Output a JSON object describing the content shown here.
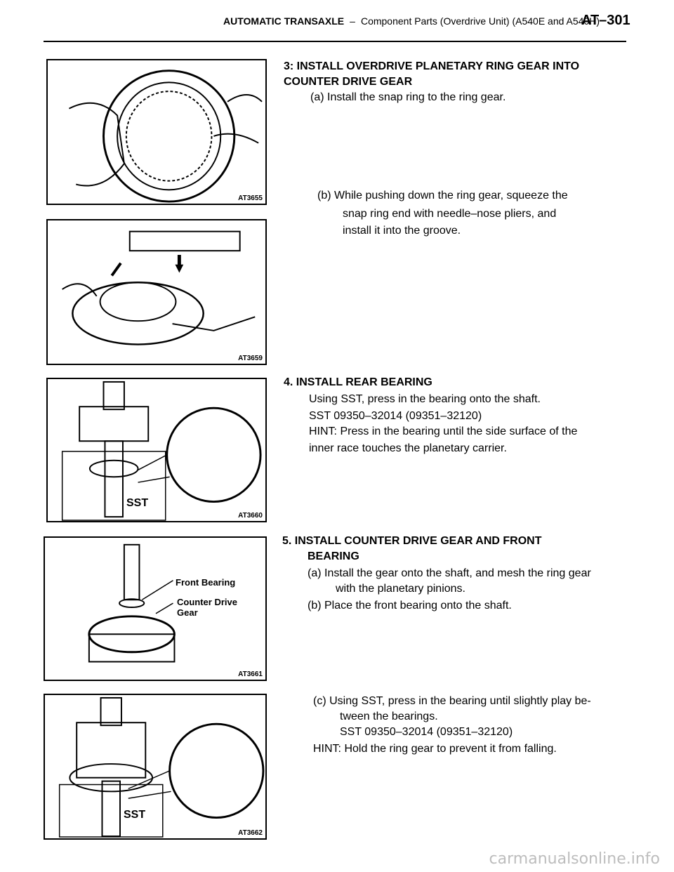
{
  "header": {
    "section": "AUTOMATIC TRANSAXLE",
    "separator": "–",
    "subtitle": "Component Parts (Overdrive Unit) (A540E and A540H)",
    "page": "AT–301"
  },
  "figures": [
    {
      "code": "AT3655"
    },
    {
      "code": "AT3659"
    },
    {
      "code": "AT3660",
      "labels": [
        "SST"
      ]
    },
    {
      "code": "AT3661",
      "labels": [
        "Front Bearing",
        "Counter Drive",
        "Gear"
      ]
    },
    {
      "code": "AT3662",
      "labels": [
        "SST"
      ]
    }
  ],
  "steps": {
    "s3": {
      "title_line1": "3: INSTALL OVERDRIVE PLANETARY RING GEAR INTO",
      "title_line2": "COUNTER DRIVE GEAR",
      "a": "(a) Install the snap ring to the ring gear.",
      "b_line1": "(b) While pushing down the ring gear, squeeze the",
      "b_line2": "snap  ring  end  with  needle–nose  pliers,  and",
      "b_line3": "install it into the groove."
    },
    "s4": {
      "title": "4. INSTALL REAR BEARING",
      "line1": "Using SST, press in the bearing onto the shaft.",
      "line2": "SST  09350–32014  (09351–32120)",
      "line3": "HINT: Press in the bearing until the side surface of the",
      "line4": "inner race touches the planetary carrier."
    },
    "s5": {
      "title_line1": "5. INSTALL COUNTER DRIVE GEAR AND FRONT",
      "title_line2": "BEARING",
      "a_line1": "(a) Install the gear onto the shaft, and mesh the ring gear",
      "a_line2": "with the planetary pinions.",
      "b": "(b) Place the front bearing onto the shaft.",
      "c_line1": "(c) Using SST, press in the bearing until slightly play be-",
      "c_line2": "tween the bearings.",
      "c_line3": "SST  09350–32014  (09351–32120)",
      "c_line4": "HINT: Hold the ring gear to prevent it from falling."
    }
  },
  "watermark": "carmanualsonline.info"
}
